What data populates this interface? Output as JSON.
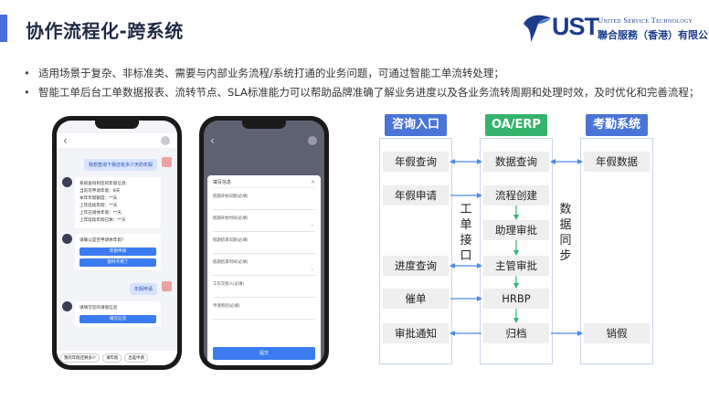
{
  "header": {
    "title": "协作流程化-跨系统",
    "logo_mark": "UST",
    "logo_en": "United Service Technology",
    "logo_cn": "聯合服務（香港）有限公司",
    "accent_color": "#4a6fdc"
  },
  "bullets": [
    "适用场景于复杂、非标准类、需要与内部业务流程/系统打通的业务问题，可通过智能工单流转处理；",
    "智能工单后台工单数据报表、流转节点、SLA标准能力可以帮助品牌准确了解业务进度以及各业务流转周期和处理时效，及时优化和完善流程；"
  ],
  "phone_chat": {
    "user_q1": "我想查询下我还有多少天的年假",
    "card1_lines": [
      "系统查询到您的年假信息：",
      "当前可申请年假：8天",
      "本年年假额度：**天",
      "上年延续年假：**天",
      "上年已调休年假：**天",
      "上年延续年假已休：**天"
    ],
    "card2_title": "请确认是否申请休年假?",
    "card2_btn1": "年假申请",
    "card2_btn2": "暂时不用了",
    "user_q2": "年假申请",
    "card3_title": "请填写您的请假信息",
    "card3_btn": "填写信息",
    "quick_replies": [
      "我的年假还剩多少",
      "请年假",
      "出差申请"
    ]
  },
  "phone_form": {
    "form_title": "填写信息",
    "fields": [
      "假期开始日期(必填)",
      "假期开始时间(必填)",
      "假期结束日期(必填)",
      "假期结束时间(必填)",
      "工作交接人(必填)",
      "申请原因(必填)"
    ],
    "submit_label": "提交"
  },
  "flow": {
    "columns": [
      "咨询入口",
      "OA/ERP",
      "考勤系统"
    ],
    "left_nodes": [
      "年假查询",
      "年假申请",
      "进度查询",
      "催单",
      "审批通知"
    ],
    "mid_nodes": [
      "数据查询",
      "流程创建",
      "助理审批",
      "主管审批",
      "HRBP",
      "归档"
    ],
    "right_nodes": [
      "年假数据",
      "销假"
    ],
    "label_interface": "工单接口",
    "label_sync": "数据同步",
    "colors": {
      "blue": "#4a74d6",
      "green": "#35b36c",
      "arrow_blue": "#4a8ae6",
      "arrow_green": "#35b36c"
    }
  }
}
